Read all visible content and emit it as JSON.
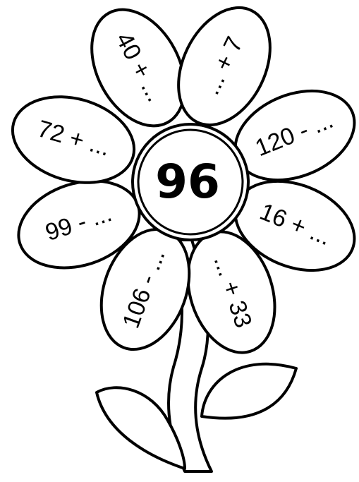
{
  "center": {
    "number": "96"
  },
  "petals": [
    {
      "id": "top-left",
      "text": "40 + ..."
    },
    {
      "id": "top-right",
      "text": "... + 7"
    },
    {
      "id": "upper-right",
      "text": "120 - ..."
    },
    {
      "id": "lower-right",
      "text": "16 + ..."
    },
    {
      "id": "bottom-right",
      "text": "... + 33"
    },
    {
      "id": "bottom-left",
      "text": "106 - ..."
    },
    {
      "id": "lower-left",
      "text": "99 - ..."
    },
    {
      "id": "upper-left",
      "text": "72 + ..."
    }
  ],
  "colors": {
    "line": "#000000",
    "fill": "#ffffff"
  }
}
